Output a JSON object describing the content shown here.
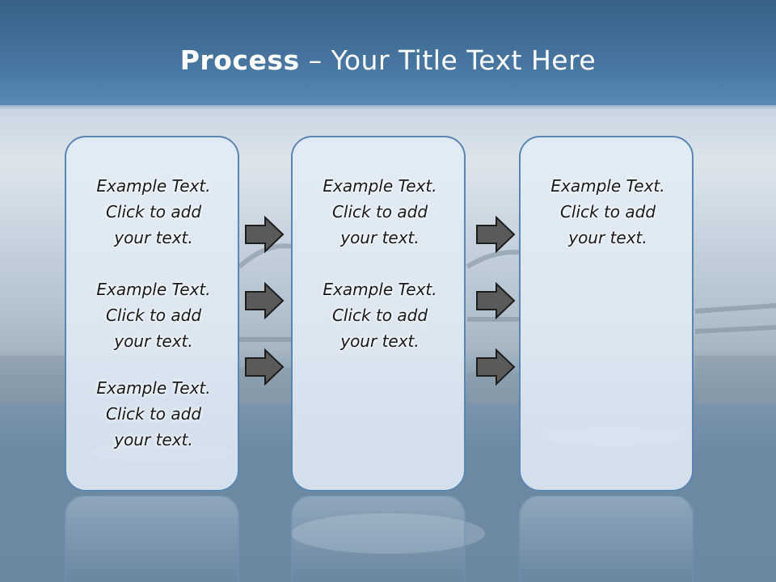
{
  "title": {
    "bold": "Process",
    "rest": " – Your Title Text Here"
  },
  "columns": [
    {
      "items": [
        {
          "line1": "Example Text.",
          "line2": "Click  to add",
          "line3": "your text."
        },
        {
          "line1": "Example Text.",
          "line2": "Click  to add",
          "line3": "your text."
        },
        {
          "line1": "Example Text.",
          "line2": "Click  to add",
          "line3": "your text."
        }
      ]
    },
    {
      "items": [
        {
          "line1": "Example Text.",
          "line2": "Click  to add",
          "line3": "your text."
        },
        {
          "line1": "Example Text.",
          "line2": "Click  to add",
          "line3": "your text."
        }
      ]
    },
    {
      "items": [
        {
          "line1": "Example Text.",
          "line2": "Click  to add",
          "line3": "your text."
        }
      ]
    }
  ],
  "colors": {
    "title_bar": "#4a79a4",
    "box_border": "#5b85b3",
    "arrow_fill": "#5a5a5a"
  },
  "icons": [
    "right-arrow-icon"
  ]
}
